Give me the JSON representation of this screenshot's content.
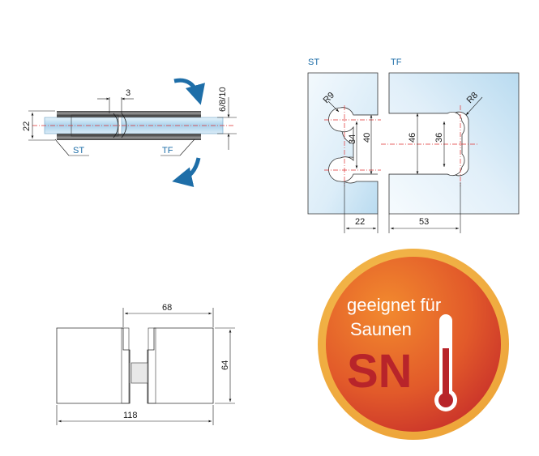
{
  "side_view": {
    "dim_gap": "3",
    "dim_glass": "6/8/10",
    "dim_height": "22",
    "label_st": "ST",
    "label_tf": "TF"
  },
  "front_view": {
    "title_st": "ST",
    "title_tf": "TF",
    "radius_st": "R9",
    "radius_tf": "R8",
    "dim_34": "34",
    "dim_40": "40",
    "dim_46": "46",
    "dim_36": "36",
    "dim_22": "22",
    "dim_53": "53"
  },
  "top_view": {
    "dim_68": "68",
    "dim_64": "64",
    "dim_118": "118"
  },
  "badge": {
    "line1": "geeignet für",
    "line2": "Saunen",
    "code": "SN",
    "colors": {
      "outer": "#f2b43a",
      "inner": "#e8782a",
      "deep": "#c8302a",
      "text": "#ffffff",
      "code": "#b8242a"
    }
  }
}
